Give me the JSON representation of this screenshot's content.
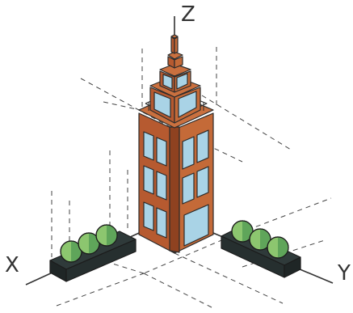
{
  "axes": {
    "x_label": "X",
    "y_label": "Y",
    "z_label": "Z"
  },
  "colors": {
    "brick": "#B65A30",
    "brick_dark": "#8F4220",
    "brick_light": "#C9703F",
    "window": "#A9D3E6",
    "window_light": "#C9E6F2",
    "outline": "#2B2B2B",
    "planter_top": "#2F3A3A",
    "planter_side": "#222A2A",
    "shrub_light": "#9ED27F",
    "shrub_dark": "#5FA55A",
    "axis_line": "#333333"
  },
  "objects": {
    "building": "brick-skyscraper",
    "planter_left": "planter-box-3-shrubs",
    "planter_right": "planter-box-3-shrubs"
  }
}
